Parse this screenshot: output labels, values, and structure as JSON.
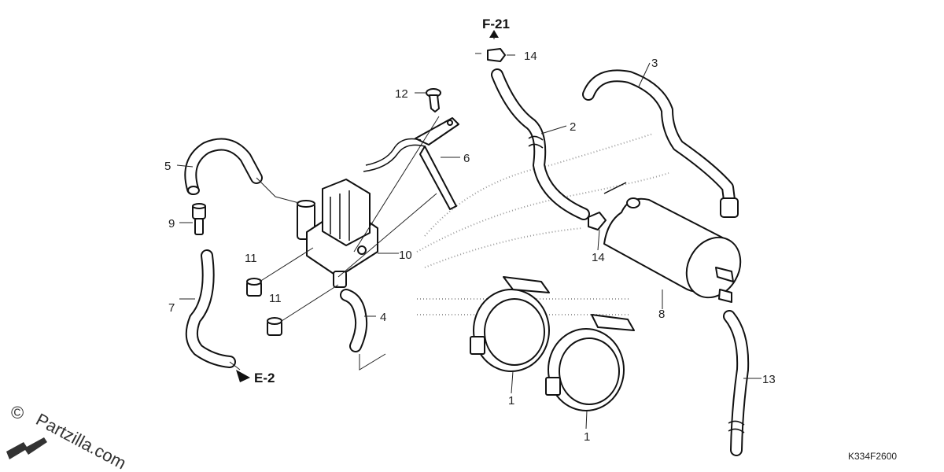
{
  "refs": {
    "top": "F-21",
    "left": "E-2"
  },
  "callouts": {
    "c1a": "1",
    "c1b": "1",
    "c2": "2",
    "c3": "3",
    "c4": "4",
    "c5": "5",
    "c6": "6",
    "c7": "7",
    "c8": "8",
    "c9": "9",
    "c10": "10",
    "c11a": "11",
    "c11b": "11",
    "c12": "12",
    "c13": "13",
    "c14a": "14",
    "c14b": "14"
  },
  "diagram_code": "K334F2600",
  "watermark": {
    "copyright": "©",
    "site": "Partzilla.com"
  },
  "colors": {
    "line": "#111111",
    "background": "#ffffff",
    "watermark_dots": "#999999"
  }
}
